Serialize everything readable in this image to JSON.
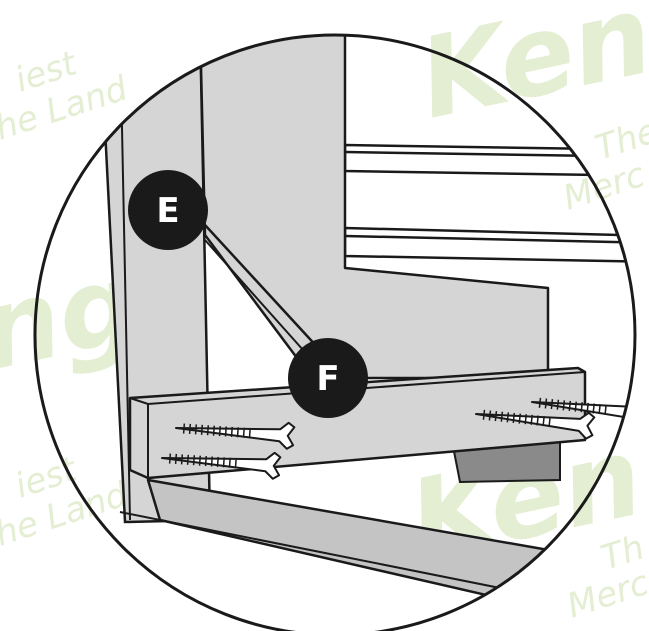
{
  "callouts": {
    "e": "E",
    "f": "F"
  },
  "watermark": {
    "brand_top": "Ken",
    "brand_left": "ngs",
    "brand_bottom": "Ken",
    "tagline_a": "iest",
    "tagline_b": "he Land",
    "tagline_c": "The",
    "tagline_d": "Merc",
    "tagline_e": "iest",
    "tagline_f": "he Land",
    "tagline_g": "Th",
    "tagline_h": "Merc"
  },
  "colors": {
    "panel_gray": "#d5d5d5",
    "outline": "#1a1a1a",
    "badge": "#1a1a1a",
    "screw_fill": "#ffffff",
    "watermark": "#e3eed2"
  },
  "icons": [
    "wood-screw-icon"
  ]
}
